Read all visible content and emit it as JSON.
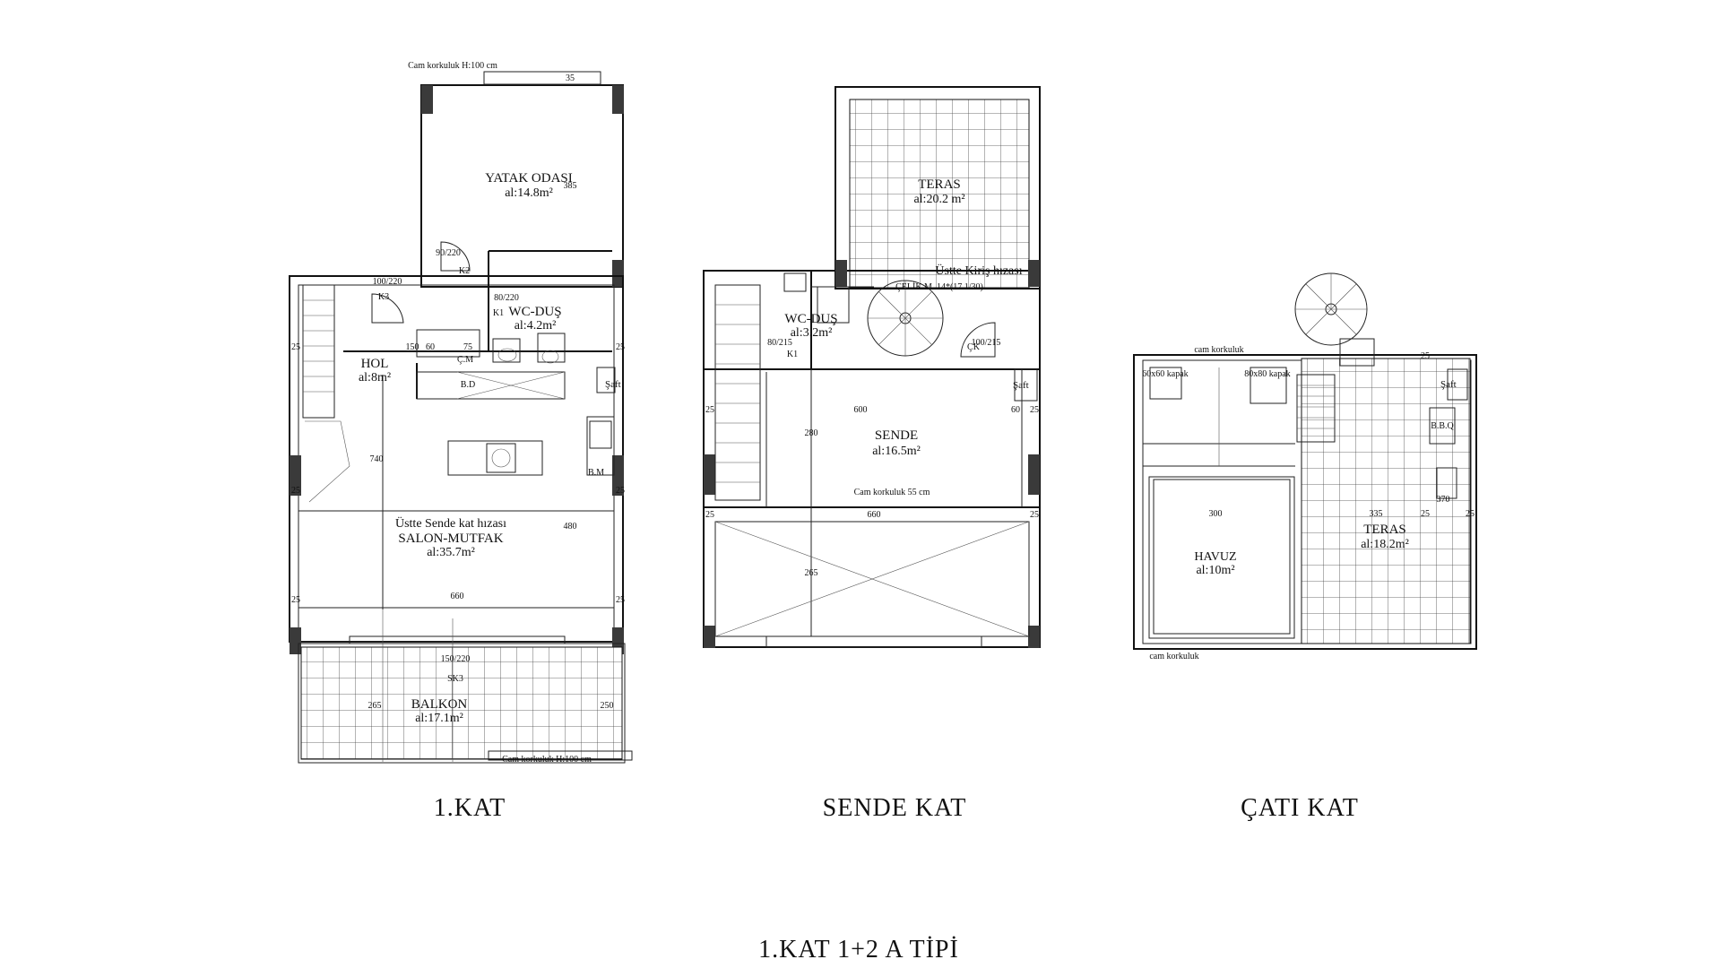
{
  "title": "1.KAT 1+2 A TİPİ",
  "floors": [
    {
      "caption": "1.KAT",
      "rooms": [
        {
          "name": "YATAK ODASI",
          "area": "al:14.8m²"
        },
        {
          "name": "WC-DUŞ",
          "area": "al:4.2m²"
        },
        {
          "name": "HOL",
          "area": "al:8m²"
        },
        {
          "name": "SALON-MUTFAK",
          "area": "al:35.7m²",
          "note": "Üstte Sende kat hızası"
        },
        {
          "name": "BALKON",
          "area": "al:17.1m²"
        }
      ],
      "notes": [
        "Cam korkuluk H:100 cm",
        "Cam korkuluk H:100 cm",
        "Şaft",
        "B.M",
        "B.D",
        "Ç.M"
      ],
      "dims": [
        "150",
        "740",
        "660",
        "480",
        "385",
        "60",
        "75",
        "25",
        "25",
        "25",
        "25",
        "25",
        "25",
        "35",
        "265",
        "250",
        "150/220",
        "80/220",
        "100/220",
        "90/220",
        "K1",
        "K2",
        "K3",
        "SK3"
      ]
    },
    {
      "caption": "SENDE KAT",
      "rooms": [
        {
          "name": "TERAS",
          "area": "al:20.2 m²"
        },
        {
          "name": "WC-DUŞ",
          "area": "al:3.2m²"
        },
        {
          "name": "SENDE",
          "area": "al:16.5m²"
        }
      ],
      "notes": [
        "Üstte Kiriş hızası",
        "ÇELİK M. 14*(17.1/30)",
        "Cam korkuluk 55 cm",
        "Şaft"
      ],
      "dims": [
        "600",
        "660",
        "280",
        "265",
        "60",
        "25",
        "25",
        "25",
        "25",
        "80/215",
        "100/215",
        "K1",
        "ÇK"
      ]
    },
    {
      "caption": "ÇATI KAT",
      "rooms": [
        {
          "name": "HAVUZ",
          "area": "al:10m²"
        },
        {
          "name": "TERAS",
          "area": "al:18.2m²"
        }
      ],
      "notes": [
        "cam korkuluk",
        "cam korkuluk",
        "60x60 kapak",
        "80x80 kapak",
        "Şaft",
        "B.B.Q"
      ],
      "dims": [
        "300",
        "335",
        "370",
        "25",
        "25",
        "25"
      ]
    }
  ]
}
